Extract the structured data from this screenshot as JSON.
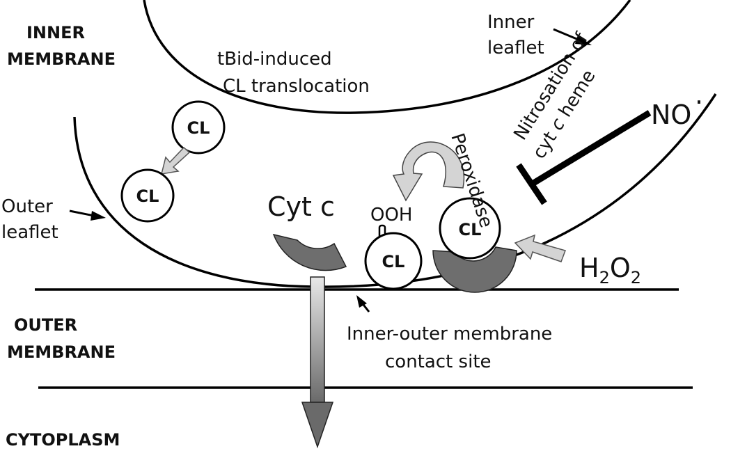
{
  "regions": {
    "inner_membrane": [
      "INNER",
      "MEMBRANE"
    ],
    "outer_membrane": [
      "OUTER",
      "MEMBRANE"
    ],
    "cytoplasm": "CYTOPLASM"
  },
  "labels": {
    "inner_leaflet": [
      "Inner",
      "leaflet"
    ],
    "outer_leaflet": [
      "Outer",
      "leaflet"
    ],
    "translocation": [
      "tBid-induced",
      "CL translocation"
    ],
    "nitrosation": [
      "Nitrosation of",
      "cyt ",
      "c",
      " heme"
    ],
    "peroxidase": "Peroxidase",
    "cyt_c": "Cyt c",
    "ooh": "OOH",
    "no_radical": "NO",
    "no_dot": "·",
    "h2o2": {
      "h": "H",
      "two_a": "2",
      "o": "O",
      "two_b": "2"
    },
    "contact_site": [
      "Inner-outer membrane",
      "contact site"
    ],
    "cl": "CL"
  },
  "colors": {
    "arrow_fill": "#d4d4d4",
    "protein_fill": "#6e6e6e",
    "line": "#000000"
  }
}
